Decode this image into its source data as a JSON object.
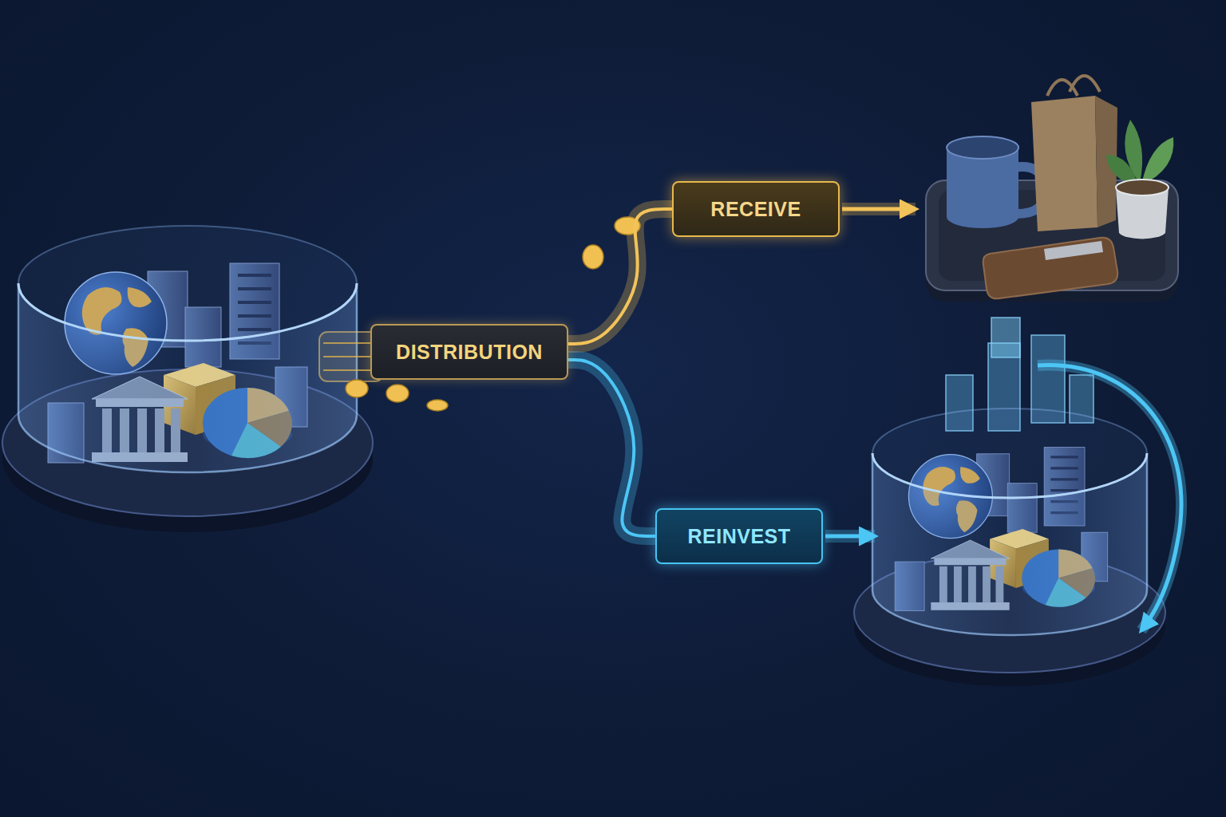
{
  "diagram": {
    "nodes": [
      {
        "text": [
          "DISTRIBUTION"
        ]
      },
      {
        "text": [
          "RECEIVE"
        ]
      },
      {
        "text": [
          "REINVEST"
        ]
      }
    ],
    "edges": [
      {
        "from": 0,
        "to": 1,
        "arrow": "none"
      },
      {
        "from": 0,
        "to": 2,
        "arrow": "none"
      }
    ]
  }
}
